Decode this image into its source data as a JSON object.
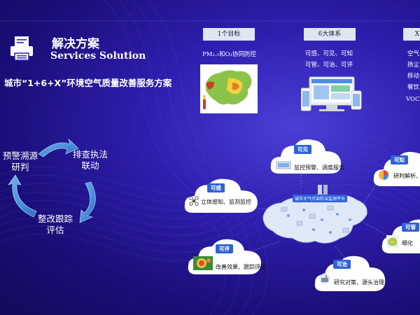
{
  "header": {
    "title_cn": "解决方案",
    "title_en": "Services Solution",
    "subtitle": "城市“1+6+X”环境空气质量改善服务方案"
  },
  "cycle": {
    "step1": [
      "排查执法",
      "联动"
    ],
    "step2": [
      "整改跟踪",
      "评估"
    ],
    "step3": [
      "预警溯源",
      "研判"
    ]
  },
  "panels": {
    "p1": {
      "header": "1个目标",
      "caption": "PM₂.₅和O₃协同防控"
    },
    "p2": {
      "header": "6大体系",
      "lines": [
        "可感、可见、可知",
        "可管、可治、可评"
      ]
    },
    "p3": {
      "header": "X",
      "lines": [
        "空气",
        "扬尘",
        "移动",
        "餐饮",
        "VOC"
      ]
    }
  },
  "clouds": {
    "kejian": {
      "tag": "可见",
      "text": "监控预警、调度服务"
    },
    "kegan": {
      "tag": "可感",
      "text": "立体感知、监测监控"
    },
    "kezhi": {
      "tag": "可知",
      "text": "研判解析、"
    },
    "keguan": {
      "tag": "可管",
      "text": "细化"
    },
    "keping": {
      "tag": "可评",
      "text": "改善效果、跟踪评估"
    },
    "kezhi2": {
      "tag": "可治",
      "text": "研究对策、源头治理"
    }
  },
  "map_badge": "城市大气污染防治监测平台",
  "colors": {
    "bg_dark": "#120a5a",
    "bg_mid": "#2f1fb0",
    "tag_blue": "#2f62d6",
    "cycle_arrow": "#3f8bd8"
  }
}
